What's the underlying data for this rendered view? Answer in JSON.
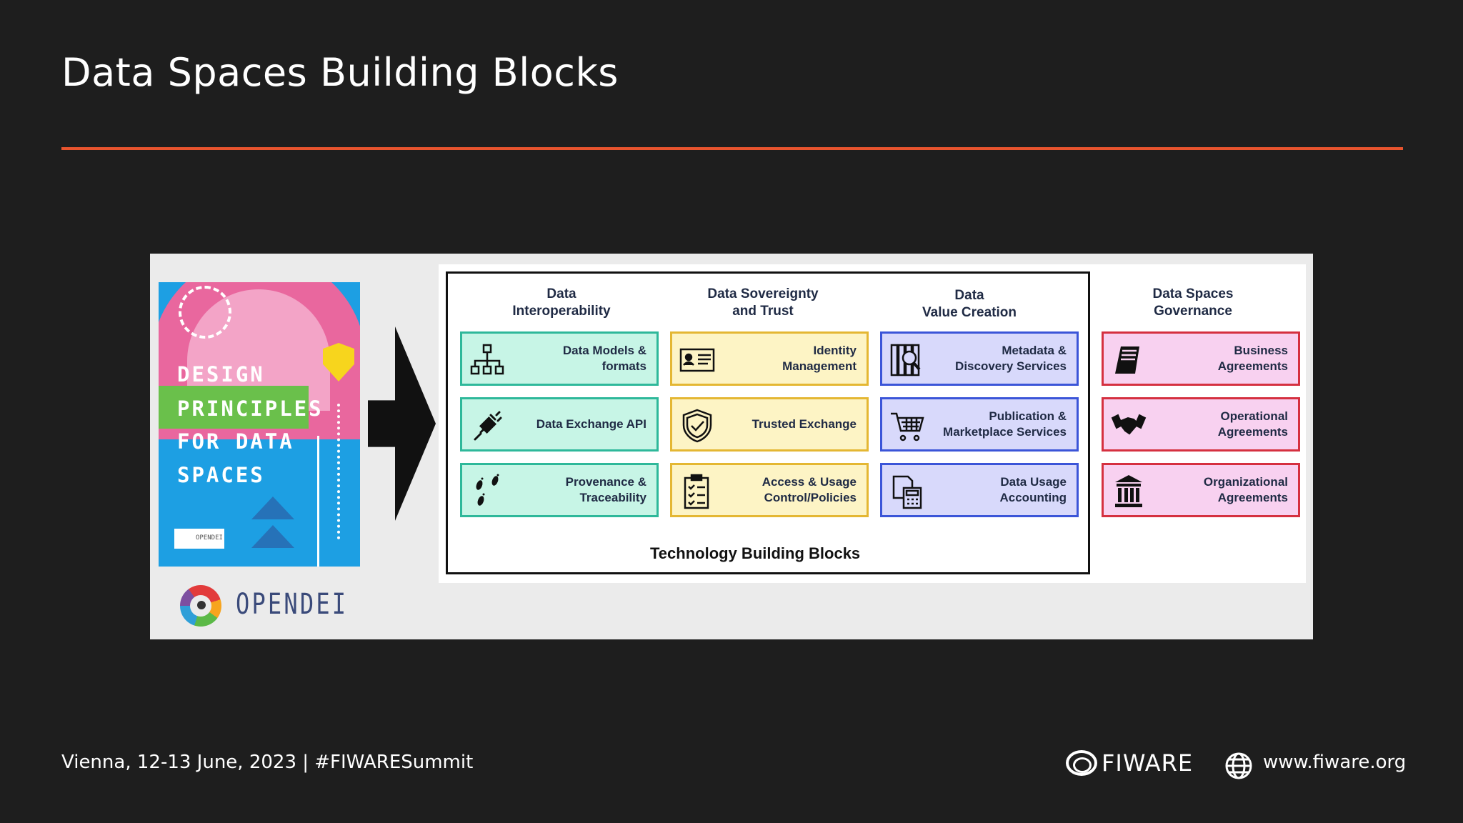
{
  "slide": {
    "title": "Data Spaces Building Blocks"
  },
  "cover": {
    "lines": [
      "DESIGN",
      "PRINCIPLES",
      "FOR DATA",
      "SPACES"
    ],
    "logo_text": "OPENDEI"
  },
  "opendei_logo": {
    "text": "OPENDEI"
  },
  "technology": {
    "label": "Technology Building Blocks",
    "columns": [
      {
        "heading": "Data\nInteroperability",
        "blocks": [
          {
            "label": "Data Models &\nformats",
            "icon": "hierarchy-icon"
          },
          {
            "label": "Data Exchange API",
            "icon": "plug-icon"
          },
          {
            "label": "Provenance &\nTraceability",
            "icon": "footprints-icon"
          }
        ]
      },
      {
        "heading": "Data Sovereignty\nand Trust",
        "blocks": [
          {
            "label": "Identity\nManagement",
            "icon": "id-card-icon"
          },
          {
            "label": "Trusted Exchange",
            "icon": "shield-check-icon"
          },
          {
            "label": "Access & Usage\nControl/Policies",
            "icon": "clipboard-checklist-icon"
          }
        ]
      },
      {
        "heading": "Data\nValue Creation",
        "blocks": [
          {
            "label": "Metadata &\nDiscovery Services",
            "icon": "books-magnifier-icon"
          },
          {
            "label": "Publication &\nMarketplace Services",
            "icon": "shopping-cart-icon"
          },
          {
            "label": "Data Usage\nAccounting",
            "icon": "calculator-icon"
          }
        ]
      }
    ]
  },
  "governance": {
    "heading": "Data Spaces\nGovernance",
    "blocks": [
      {
        "label": "Business\nAgreements",
        "icon": "document-icon"
      },
      {
        "label": "Operational\nAgreements",
        "icon": "handshake-icon"
      },
      {
        "label": "Organizational\nAgreements",
        "icon": "institution-icon"
      }
    ]
  },
  "footer": {
    "event": "Vienna, 12-13 June, 2023 | #FIWARESummit",
    "brand": "FIWARE",
    "website": "www.fiware.org"
  },
  "colors": {
    "background": "#1e1e1e",
    "accent_rule": "#e8542e",
    "interoperability": "#2eb89a",
    "sovereignty": "#e4b733",
    "value_creation": "#3b55d8",
    "governance": "#d53040"
  }
}
